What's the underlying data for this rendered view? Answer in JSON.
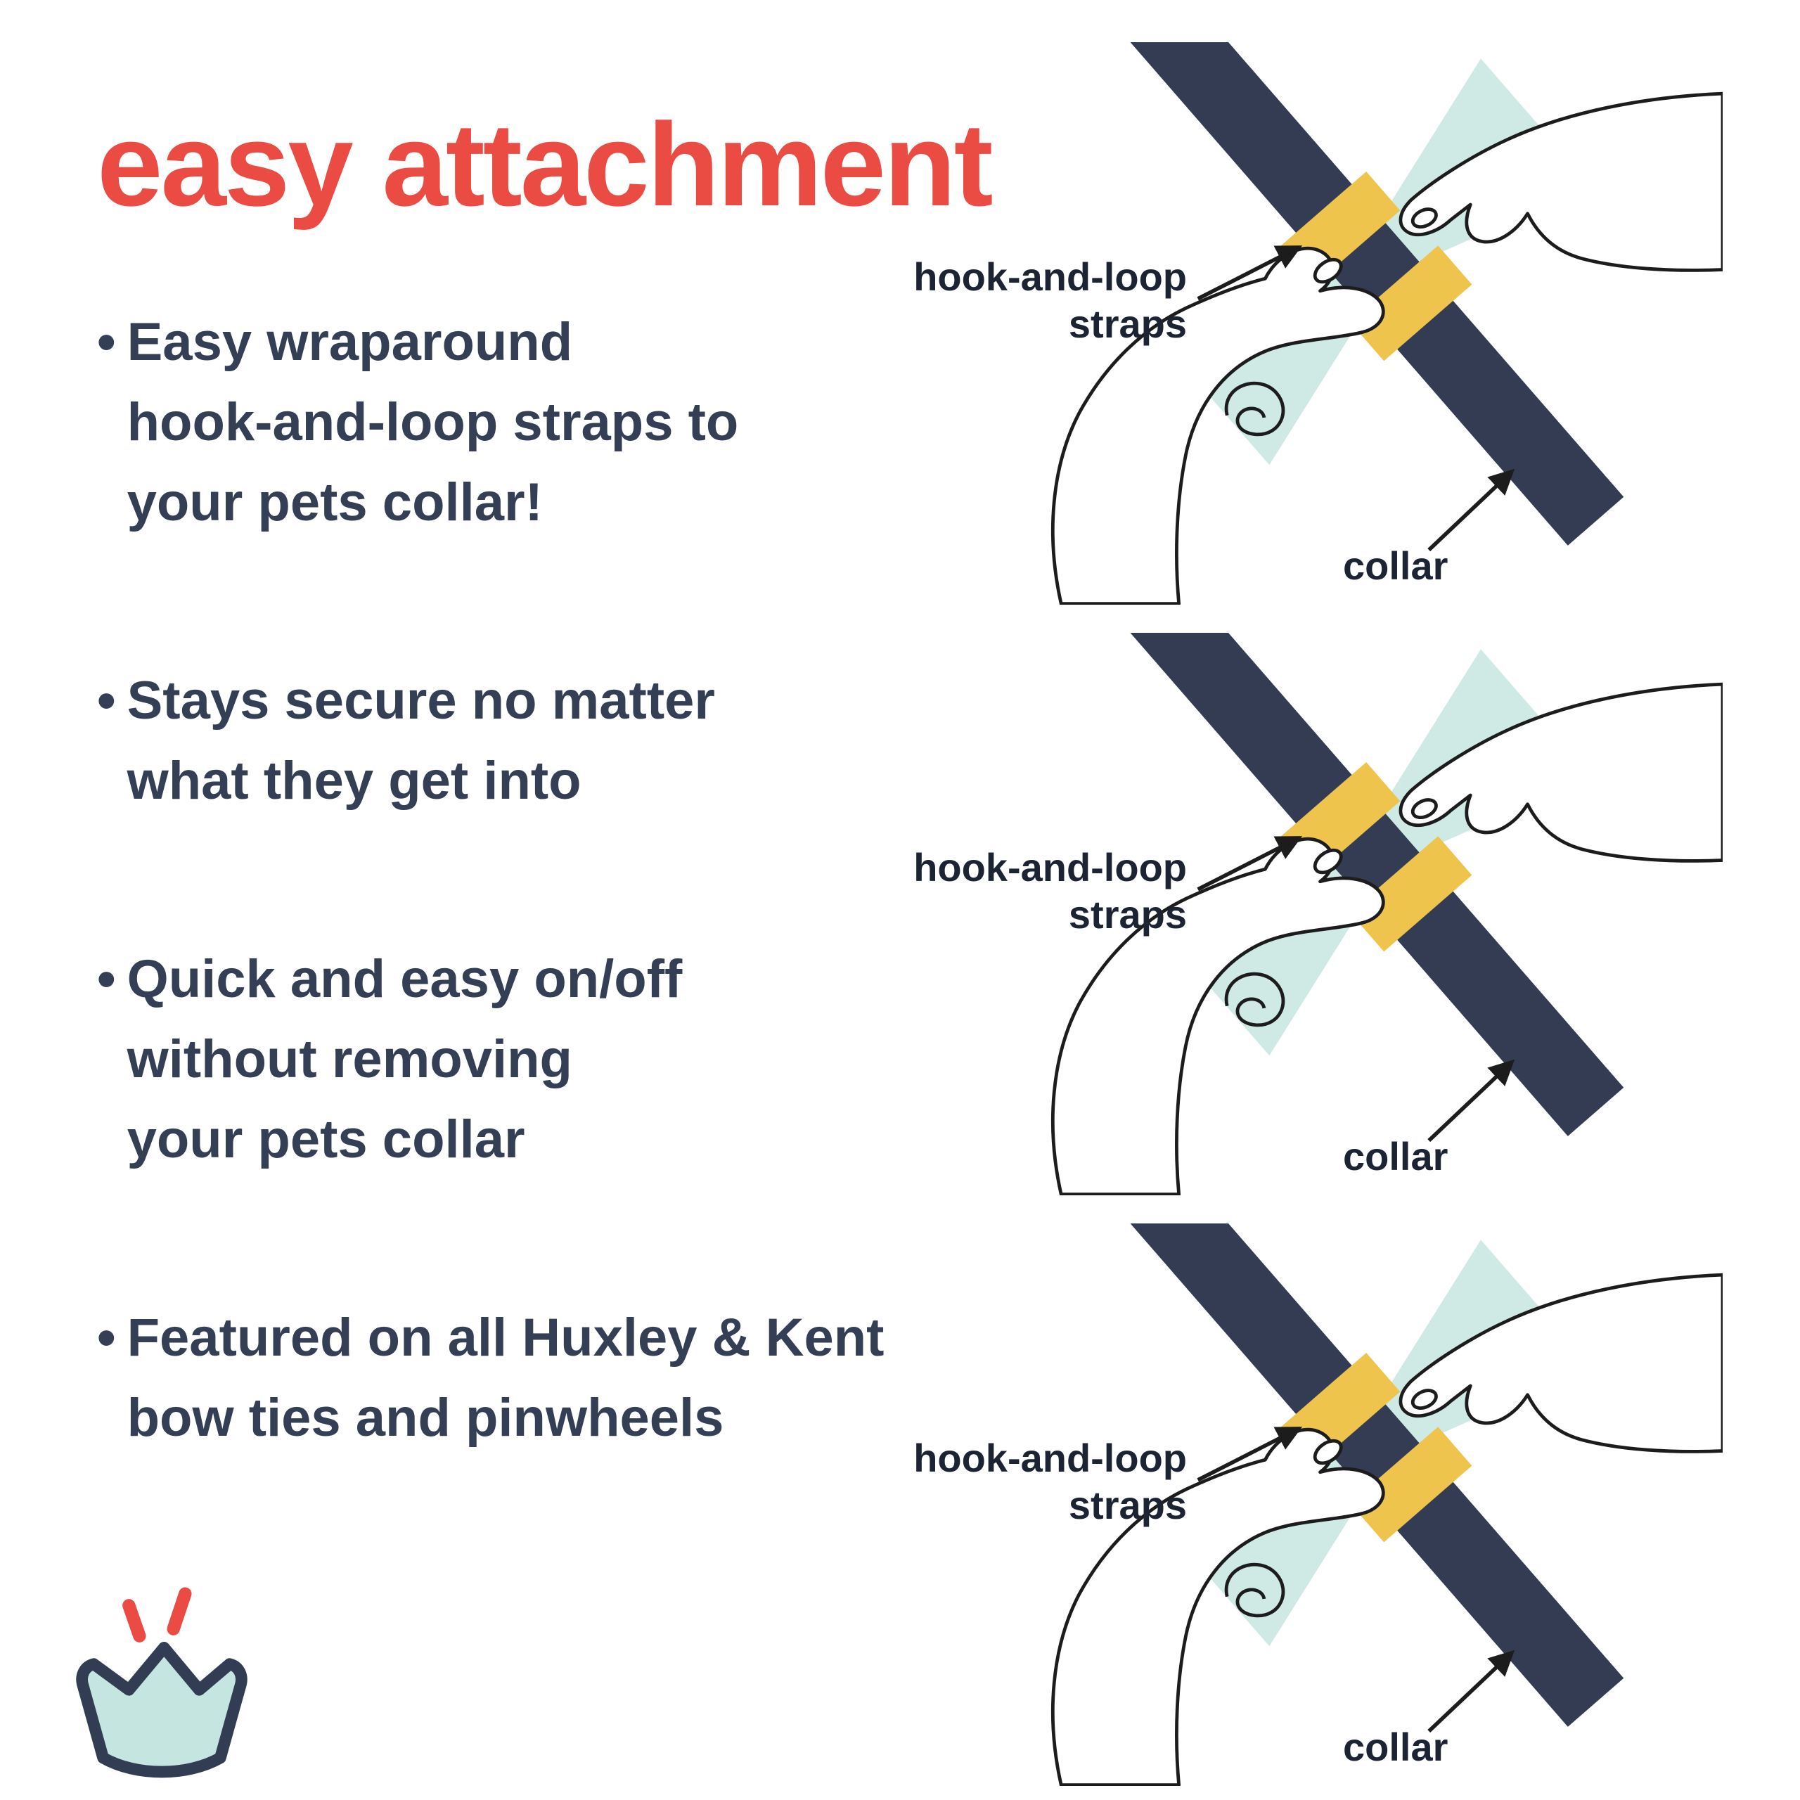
{
  "title": "easy attachment",
  "bullet_glyph": "•",
  "bullets": [
    {
      "text": "Easy wraparound\nhook-and-loop straps to\nyour pets collar!"
    },
    {
      "text": "Stays secure no matter\nwhat they get into"
    },
    {
      "text": "Quick and easy on/off\nwithout removing\nyour pets collar"
    },
    {
      "text": "Featured on all Huxley & Kent\nbow ties and pinwheels"
    }
  ],
  "illustrations": [
    {
      "strap_label": "hook-and-loop\nstraps",
      "collar_label": "collar"
    },
    {
      "strap_label": "hook-and-loop\nstraps",
      "collar_label": "collar"
    },
    {
      "strap_label": "hook-and-loop\nstraps",
      "collar_label": "collar"
    }
  ],
  "logo": {
    "name": "huxley-kent-crown-logo"
  },
  "colors": {
    "accent_red": "#ea4b42",
    "navy": "#343e54",
    "collar_band": "#333c52",
    "bow_mint": "#cfe9e4",
    "strap_yellow": "#eec44d",
    "line_outline": "#1c1c1c"
  }
}
